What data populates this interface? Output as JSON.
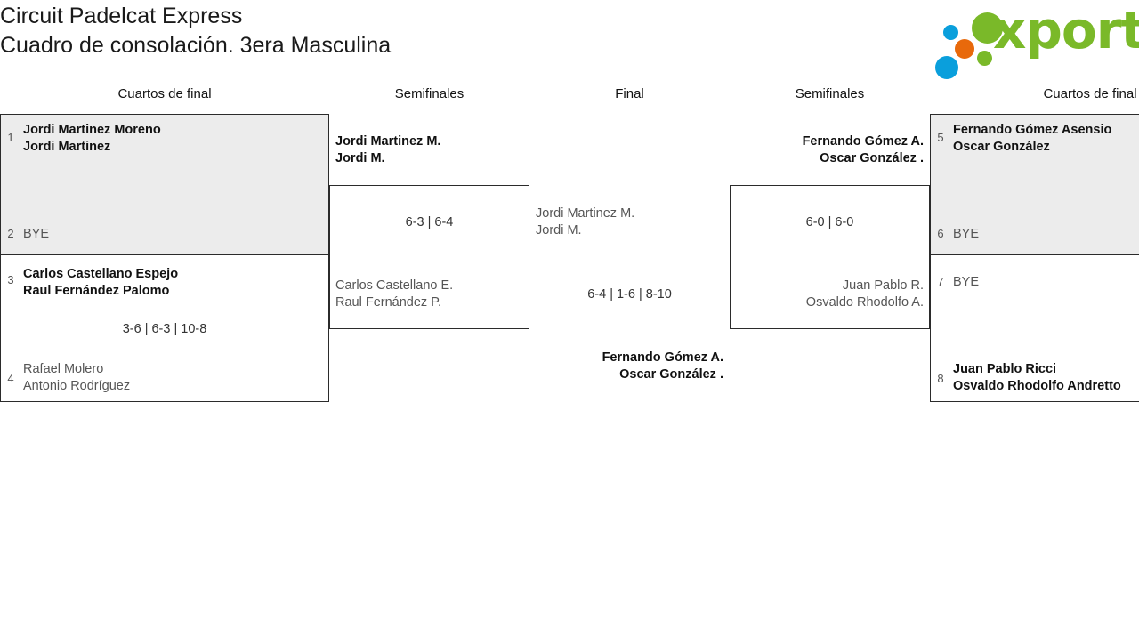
{
  "header": {
    "title_line1": "Circuit Padelcat Express",
    "title_line2": "Cuadro de consolación. 3era Masculina",
    "logo": {
      "wordmark": "xporty",
      "dots": [
        "blue-dot",
        "orange-dot",
        "blue-dot",
        "green-dot",
        "green-dot"
      ],
      "colors": {
        "green": "#7ab929",
        "blue": "#0a9fdc",
        "orange": "#e8690b"
      }
    }
  },
  "rounds": [
    {
      "label": "Cuartos de final"
    },
    {
      "label": "Semifinales"
    },
    {
      "label": "Final"
    },
    {
      "label": "Semifinales"
    },
    {
      "label": "Cuartos de final"
    }
  ],
  "bracket": {
    "left_quarterfinals": [
      {
        "seed_top": "1",
        "top_team": {
          "line1": "Jordi Martinez Moreno",
          "line2": "Jordi Martinez",
          "status": "winner"
        },
        "seed_bottom": "2",
        "bottom_team": {
          "line1": "BYE",
          "line2": "",
          "status": "loser"
        },
        "score": ""
      },
      {
        "seed_top": "3",
        "top_team": {
          "line1": "Carlos Castellano Espejo",
          "line2": "Raul Fernández Palomo",
          "status": "winner"
        },
        "seed_bottom": "4",
        "bottom_team": {
          "line1": "Rafael Molero",
          "line2": "Antonio Rodríguez",
          "status": "loser"
        },
        "score": "3-6 | 6-3 | 10-8"
      }
    ],
    "left_semifinal": {
      "top_team": {
        "line1": "Jordi Martinez M.",
        "line2": "Jordi M.",
        "status": "winner"
      },
      "bottom_team": {
        "line1": "Carlos Castellano E.",
        "line2": "Raul Fernández P.",
        "status": "loser"
      },
      "score": "6-3 | 6-4"
    },
    "final": {
      "top_team": {
        "line1": "Jordi Martinez M.",
        "line2": "Jordi M.",
        "status": "loser"
      },
      "bottom_team": {
        "line1": "Fernando Gómez A.",
        "line2": "Oscar González .",
        "status": "winner"
      },
      "score": "6-4 | 1-6 | 8-10"
    },
    "right_semifinal": {
      "top_team": {
        "line1": "Fernando Gómez A.",
        "line2": "Oscar González .",
        "status": "winner"
      },
      "bottom_team": {
        "line1": "Juan Pablo R.",
        "line2": "Osvaldo Rhodolfo A.",
        "status": "loser"
      },
      "score": "6-0 | 6-0"
    },
    "right_quarterfinals": [
      {
        "seed_top": "5",
        "top_team": {
          "line1": "Fernando Gómez Asensio",
          "line2": "Oscar González",
          "status": "winner"
        },
        "seed_bottom": "6",
        "bottom_team": {
          "line1": "BYE",
          "line2": "",
          "status": "loser"
        },
        "score": ""
      },
      {
        "seed_top": "7",
        "top_team": {
          "line1": "BYE",
          "line2": "",
          "status": "loser"
        },
        "seed_bottom": "8",
        "bottom_team": {
          "line1": "Juan Pablo Ricci",
          "line2": "Osvaldo Rhodolfo Andretto",
          "status": "winner"
        },
        "score": ""
      }
    ]
  }
}
